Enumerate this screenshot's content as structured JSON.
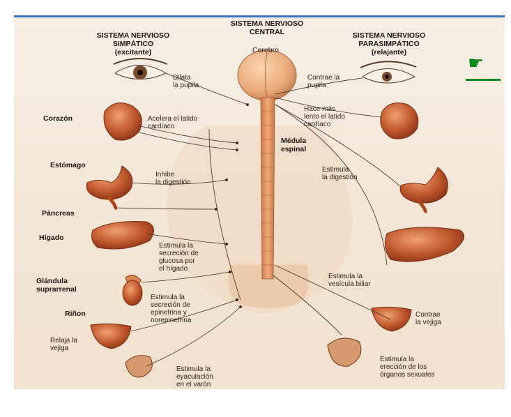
{
  "headers": {
    "center": "SISTEMA NERVIOSO\nCENTRAL",
    "left": "SISTEMA NERVIOSO\nSIMPÁTICO\n(excitante)",
    "right": "SISTEMA NERVIOSO\nPARASIMPÁTICO\n(relajante)"
  },
  "central": {
    "brain": "Cerebro",
    "spinal": "Médula\nespinal"
  },
  "organs": {
    "heart": "Corazón",
    "stomach": "Estómago",
    "pancreas": "Páncreas",
    "liver": "Hígado",
    "adrenal": "Glándula\nsuprarrenal",
    "kidney": "Riñon"
  },
  "sympathetic": {
    "pupil": "Dilata\nla pupila",
    "heart": "Acelera el latido\ncardíaco",
    "digestion": "Inhibe\nla digestión",
    "glucose": "Estimula la\nsecreción de\nglucosa por\nel hígado",
    "epinephrine": "Estimula la\nsecreción de\nepinefrina y\nnorepinefrina",
    "bladder": "Relaja la\nvejiga",
    "ejaculation": "Estimula la\neyaculación\nen el varón"
  },
  "parasympathetic": {
    "pupil": "Contrae la\npupila",
    "heart": "Hace más\nlento el latido\ncardíaco",
    "digestion": "Estimula\nla digestión",
    "gallbladder": "Estimula la\nvesícula biliar",
    "bladder": "Contrae\nla vejiga",
    "erection": "Estimula la\nerección de los\nórganos sexuales"
  },
  "colors": {
    "accent_rule": "#3b6fc4",
    "nav_arrow": "#0a8a1a",
    "organ": "#c0582e",
    "nerve": "#3a2a1e"
  },
  "nav": {
    "icon": "pointing-hand-icon"
  }
}
